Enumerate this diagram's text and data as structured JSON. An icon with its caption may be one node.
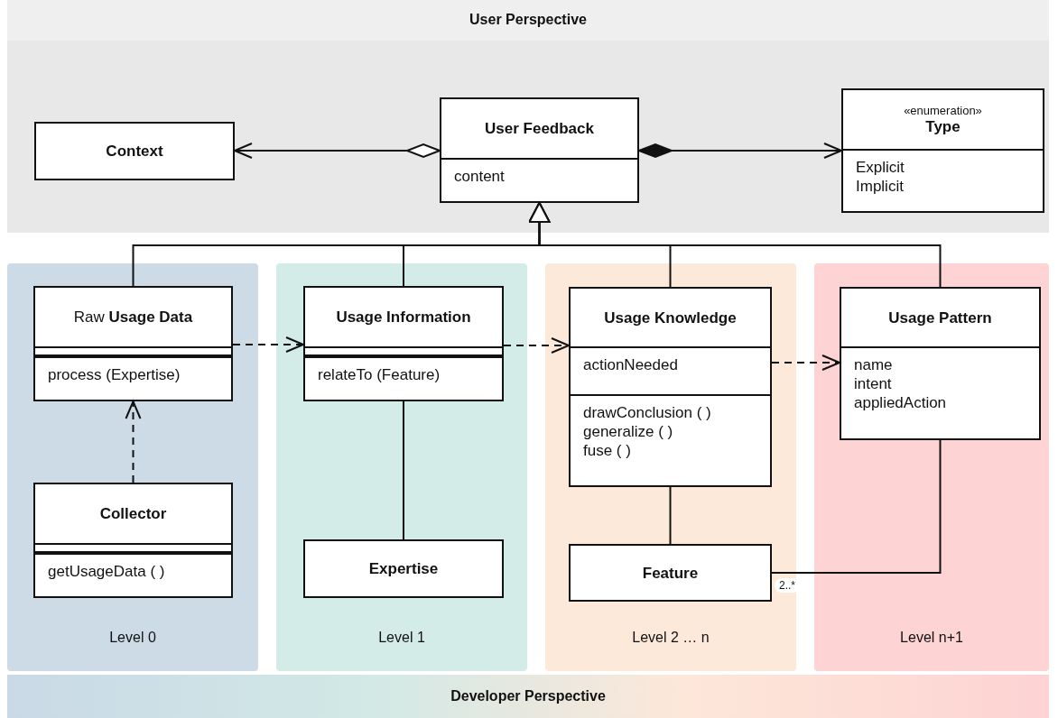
{
  "diagram": {
    "nodes": [
      {
        "text": [
          "User Perspective"
        ]
      },
      {
        "text": [
          "Context"
        ],
        "in": 0
      },
      {
        "text": [
          "User Feedback",
          "content"
        ],
        "in": 0
      },
      {
        "text": [
          "«enumeration»",
          "Type",
          "Explicit",
          "Implicit"
        ],
        "in": 0
      },
      {
        "text": [
          "Level 0"
        ]
      },
      {
        "text": [
          "Raw **Usage Data**",
          "process (Expertise)"
        ],
        "in": 4
      },
      {
        "text": [
          "Collector",
          "getUsageData ( )"
        ],
        "in": 4
      },
      {
        "text": [
          "Level 1"
        ]
      },
      {
        "text": [
          "Usage Information",
          "relateTo (Feature)"
        ],
        "in": 7
      },
      {
        "text": [
          "Expertise"
        ],
        "in": 7
      },
      {
        "text": [
          "Level 2 … n"
        ]
      },
      {
        "text": [
          "Usage Knowledge",
          "actionNeeded",
          "drawConclusion ( )",
          "generalize ( )",
          "fuse ( )"
        ],
        "in": 10
      },
      {
        "text": [
          "Feature"
        ],
        "in": 10
      },
      {
        "text": [
          "Level n+1"
        ]
      },
      {
        "text": [
          "Usage Pattern",
          "name",
          "intent",
          "appliedAction"
        ],
        "in": 13
      },
      {
        "text": [
          "Developer Perspective"
        ]
      }
    ],
    "edges": [
      {
        "from": 2,
        "to": 1,
        "arrow": "to"
      },
      {
        "from": 2,
        "to": 3,
        "arrow": "to"
      },
      {
        "from": 5,
        "to": 2,
        "arrow": "to"
      },
      {
        "from": 8,
        "to": 2,
        "arrow": "to"
      },
      {
        "from": 11,
        "to": 2,
        "arrow": "to"
      },
      {
        "from": 14,
        "to": 2,
        "arrow": "to"
      },
      {
        "from": 5,
        "to": 8,
        "arrow": "to",
        "style": "dashed"
      },
      {
        "from": 8,
        "to": 11,
        "arrow": "to",
        "style": "dashed"
      },
      {
        "from": 11,
        "to": 14,
        "arrow": "to",
        "style": "dashed"
      },
      {
        "from": 6,
        "to": 5,
        "arrow": "to",
        "style": "dashed"
      },
      {
        "from": 8,
        "to": 9,
        "arrow": "none"
      },
      {
        "from": 11,
        "to": 12,
        "arrow": "none"
      },
      {
        "from": 12,
        "to": 14,
        "arrow": "none",
        "label": "2..*"
      }
    ]
  }
}
